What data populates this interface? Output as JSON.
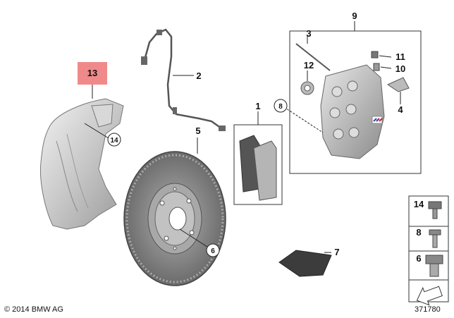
{
  "callouts": {
    "p1": "1",
    "p2": "2",
    "p3": "3",
    "p4": "4",
    "p5": "5",
    "p6": "6",
    "p7": "7",
    "p8": "8",
    "p9": "9",
    "p10": "10",
    "p11": "11",
    "p12": "12",
    "p13": "13",
    "p14": "14"
  },
  "legend": {
    "items": [
      "14",
      "8",
      "6"
    ]
  },
  "footer": {
    "copyright": "© 2014 BMW AG",
    "diagram_id": "371780"
  },
  "colors": {
    "highlight": "#f08a8a",
    "part_gray": "#b9b9b9",
    "dark_gray": "#555555",
    "line": "#222222"
  }
}
